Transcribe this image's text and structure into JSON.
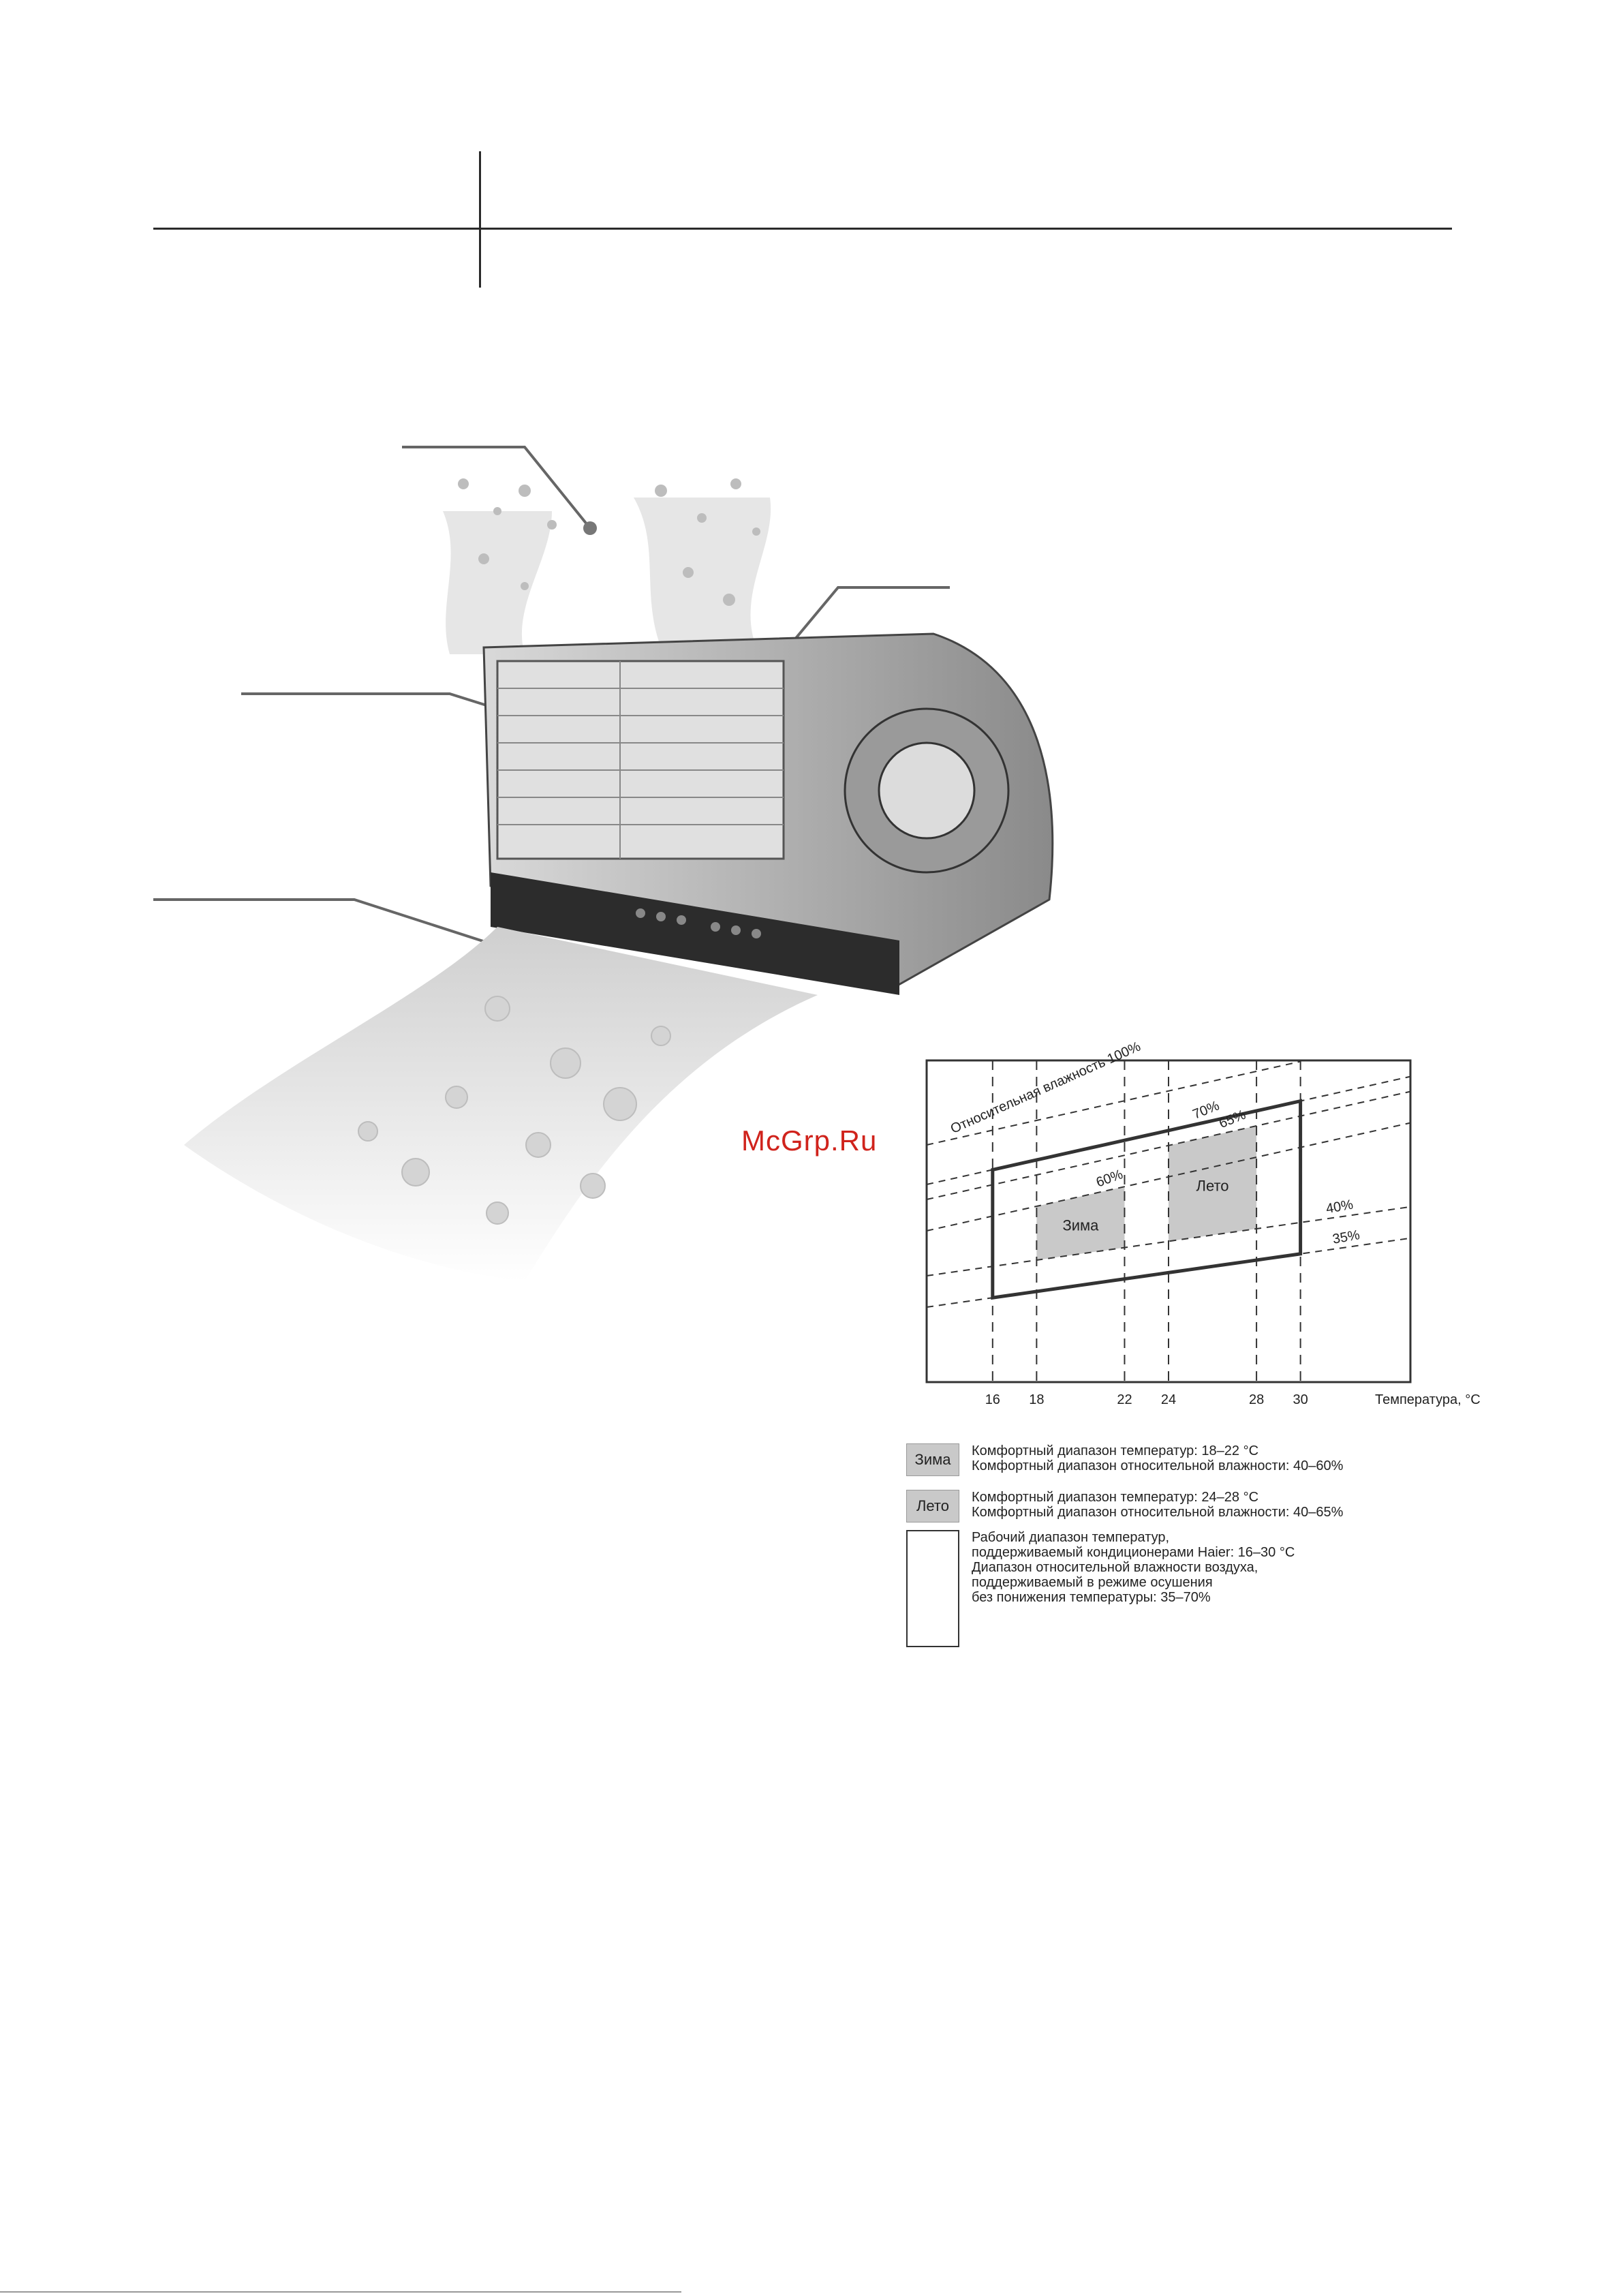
{
  "watermark": {
    "text": "McGrp.Ru"
  },
  "chart_data": {
    "type": "area",
    "x_ticks": [
      16,
      18,
      22,
      24,
      28,
      30
    ],
    "xlabel": "Температура, °C",
    "humidity_curve_labels": [
      "Относительная влажность 100%",
      "70%",
      "65%",
      "60%",
      "40%",
      "35%"
    ],
    "regions": [
      {
        "name": "Зима",
        "x_range": [
          18,
          22
        ],
        "rh_range": [
          40,
          60
        ]
      },
      {
        "name": "Лето",
        "x_range": [
          24,
          28
        ],
        "rh_range": [
          40,
          65
        ]
      },
      {
        "name": "",
        "x_range": [
          16,
          30
        ],
        "rh_range": [
          35,
          70
        ]
      }
    ],
    "grid": false
  },
  "legend": {
    "items": [
      {
        "swatch_label": "Зима",
        "lines": [
          "Комфортный диапазон температур: 18–22 °C",
          "Комфортный диапазон относительной влажности: 40–60%"
        ]
      },
      {
        "swatch_label": "Лето",
        "lines": [
          "Комфортный диапазон температур: 24–28 °C",
          "Комфортный диапазон относительной влажности: 40–65%"
        ]
      },
      {
        "swatch_label": "",
        "lines": [
          "Рабочий диапазон температур,",
          "поддерживаемый кондиционерами Haier: 16–30 °C",
          "Диапазон относительной влажности воздуха,",
          "поддерживаемый в режиме осушения",
          "без понижения температуры: 35–70%"
        ]
      }
    ]
  },
  "colors": {
    "watermark": "#d0231c",
    "region_fill": "#c9c9c9",
    "frame": "#333333"
  }
}
